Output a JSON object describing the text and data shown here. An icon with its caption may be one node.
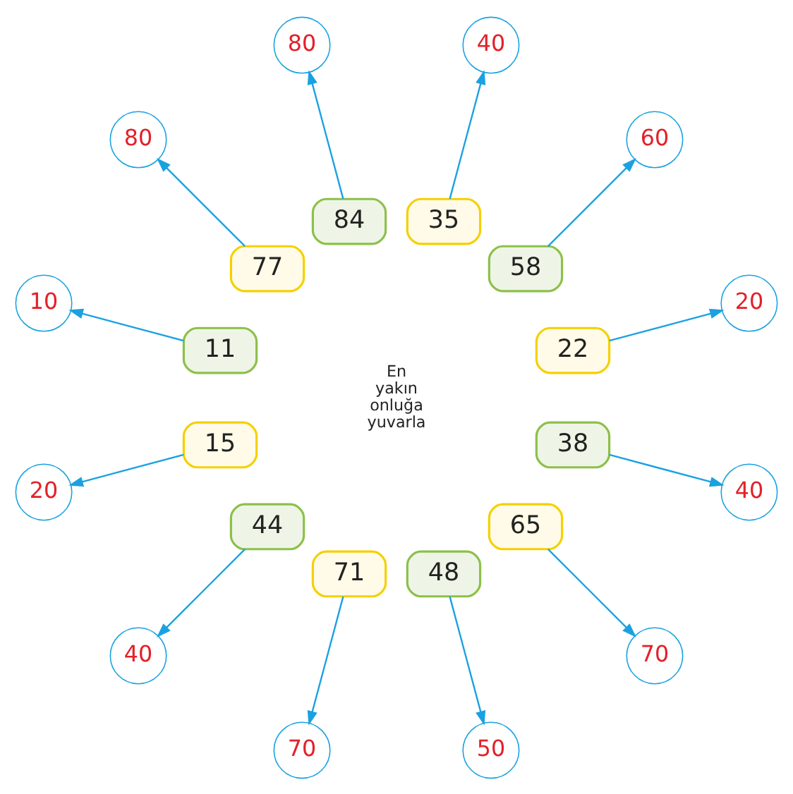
{
  "diagram": {
    "nodes": [
      {
        "text": [
          "En yakın onluğa yuvarla"
        ]
      },
      {
        "text": [
          "22"
        ]
      },
      {
        "text": [
          "58"
        ]
      },
      {
        "text": [
          "35"
        ]
      },
      {
        "text": [
          "84"
        ]
      },
      {
        "text": [
          "77"
        ]
      },
      {
        "text": [
          "11"
        ]
      },
      {
        "text": [
          "15"
        ]
      },
      {
        "text": [
          "44"
        ]
      },
      {
        "text": [
          "71"
        ]
      },
      {
        "text": [
          "48"
        ]
      },
      {
        "text": [
          "65"
        ]
      },
      {
        "text": [
          "38"
        ]
      },
      {
        "text": [
          "20"
        ]
      },
      {
        "text": [
          "60"
        ]
      },
      {
        "text": [
          "40"
        ]
      },
      {
        "text": [
          "80"
        ]
      },
      {
        "text": [
          "80"
        ]
      },
      {
        "text": [
          "10"
        ]
      },
      {
        "text": [
          "20"
        ]
      },
      {
        "text": [
          "40"
        ]
      },
      {
        "text": [
          "70"
        ]
      },
      {
        "text": [
          "50"
        ]
      },
      {
        "text": [
          "70"
        ]
      },
      {
        "text": [
          "40"
        ]
      }
    ],
    "edges": [
      {
        "from": 1,
        "to": 13,
        "arrow": "to"
      },
      {
        "from": 2,
        "to": 14,
        "arrow": "to"
      },
      {
        "from": 3,
        "to": 15,
        "arrow": "to"
      },
      {
        "from": 4,
        "to": 16,
        "arrow": "to"
      },
      {
        "from": 5,
        "to": 17,
        "arrow": "to"
      },
      {
        "from": 6,
        "to": 18,
        "arrow": "to"
      },
      {
        "from": 7,
        "to": 19,
        "arrow": "to"
      },
      {
        "from": 8,
        "to": 20,
        "arrow": "to"
      },
      {
        "from": 9,
        "to": 21,
        "arrow": "to"
      },
      {
        "from": 10,
        "to": 22,
        "arrow": "to"
      },
      {
        "from": 11,
        "to": 23,
        "arrow": "to"
      },
      {
        "from": 12,
        "to": 24,
        "arrow": "to"
      }
    ]
  }
}
